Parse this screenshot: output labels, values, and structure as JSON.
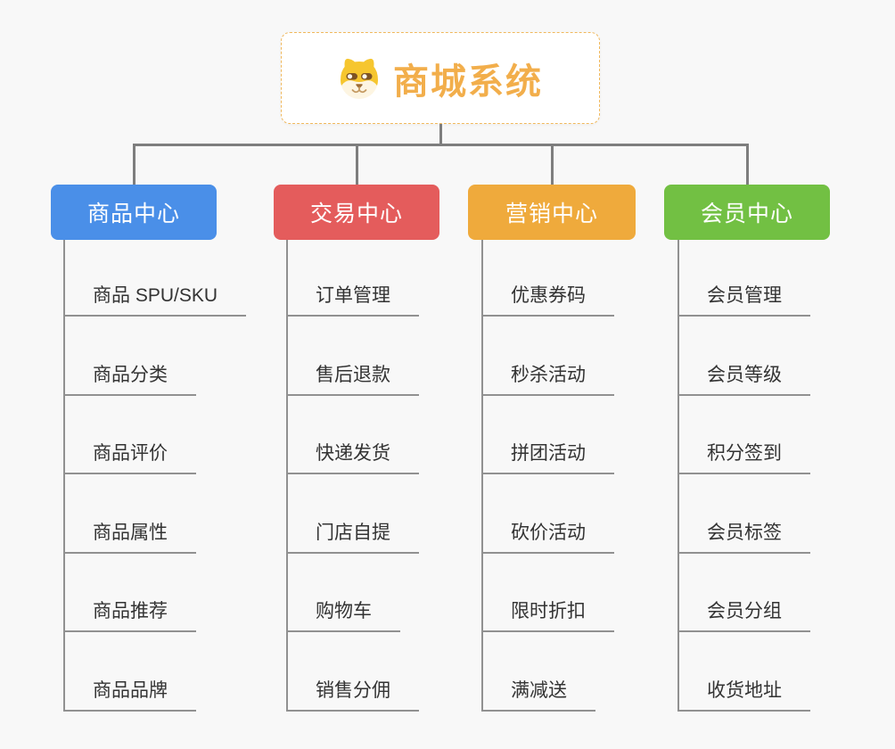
{
  "root": {
    "title": "商城系统",
    "icon": "dog-icon"
  },
  "branches": [
    {
      "label": "商品中心",
      "color": "#4a8fe8",
      "items": [
        "商品 SPU/SKU",
        "商品分类",
        "商品评价",
        "商品属性",
        "商品推荐",
        "商品品牌"
      ]
    },
    {
      "label": "交易中心",
      "color": "#e45c5c",
      "items": [
        "订单管理",
        "售后退款",
        "快递发货",
        "门店自提",
        "购物车",
        "销售分佣"
      ]
    },
    {
      "label": "营销中心",
      "color": "#efaa3c",
      "items": [
        "优惠券码",
        "秒杀活动",
        "拼团活动",
        "砍价活动",
        "限时折扣",
        "满减送"
      ]
    },
    {
      "label": "会员中心",
      "color": "#72c043",
      "items": [
        "会员管理",
        "会员等级",
        "积分签到",
        "会员标签",
        "会员分组",
        "收货地址"
      ]
    }
  ],
  "colors": {
    "background": "#f8f8f8",
    "connector": "#7e7e7e",
    "leaf_line": "#919191",
    "leaf_text": "#333333",
    "root_text": "#f2ae4b",
    "root_border": "#f0b85c"
  }
}
